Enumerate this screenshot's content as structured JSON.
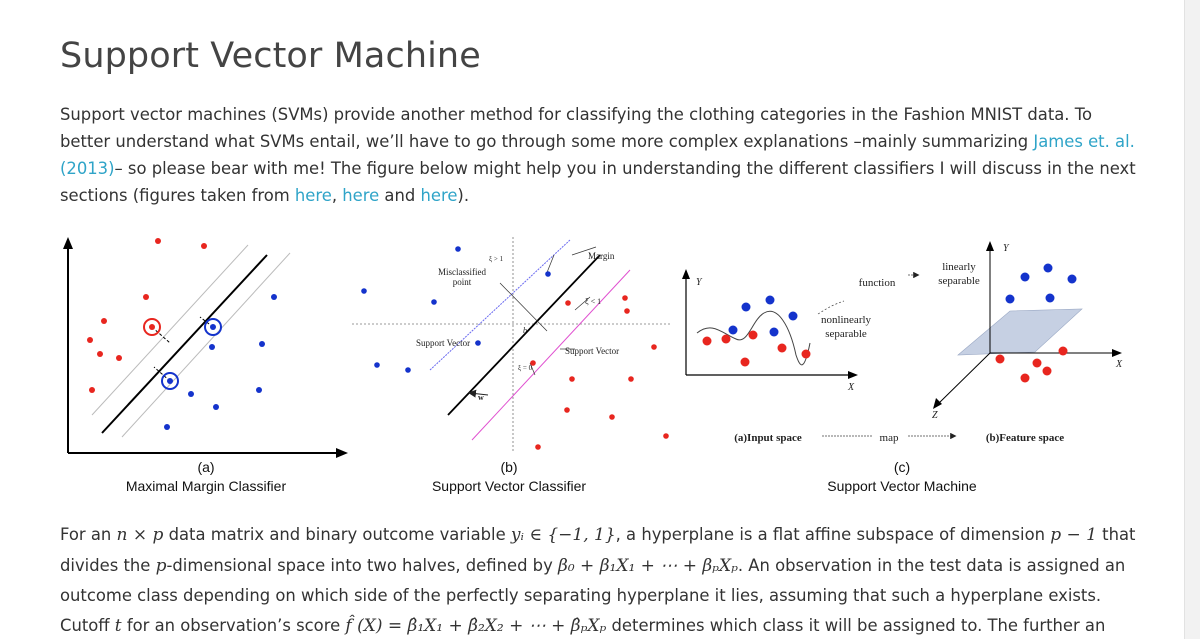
{
  "page": {
    "title": "Support Vector Machine"
  },
  "intro": {
    "s1": "Support vector machines (SVMs) provide another method for classifying the clothing categories in the Fashion MNIST data. To better understand what SVMs entail, we’ll have to go through some more complex explanations –mainly summarizing ",
    "link_james": "James et. al. (2013)",
    "s2": "– so please bear with me! The figure below might help you in understanding the different classifiers I will discuss in the next sections (figures taken from ",
    "link_here1": "here",
    "sep1": ", ",
    "link_here2": "here",
    "sep2": " and ",
    "link_here3": "here",
    "s3": ")."
  },
  "figure": {
    "panel_a": {
      "letter": "(a)",
      "caption": "Maximal Margin Classifier"
    },
    "panel_b": {
      "letter": "(b)",
      "caption": "Support Vector Classifier",
      "labels": {
        "margin": "Margin",
        "misclassified": "Misclassified",
        "point": "point",
        "support_vector_left": "Support Vector",
        "support_vector_right": "Support Vector",
        "xi_gt1": "ξ > 1",
        "xi_lt1": "ξ < 1",
        "xi_0": "ξ = 0",
        "b": "b",
        "w": "w"
      }
    },
    "panel_c": {
      "letter": "(c)",
      "caption": "Support Vector Machine",
      "labels": {
        "y_left": "Y",
        "x_left": "X",
        "function": "function",
        "nonlinearly": "nonlinearly",
        "separable_left": "separable",
        "linearly": "linearly",
        "separable_right": "separable",
        "y_right": "Y",
        "x_right": "X",
        "z_right": "Z",
        "input_space": "(a)Input space",
        "map": "map",
        "feature_space": "(b)Feature space"
      }
    },
    "colors": {
      "red": "#e8261f",
      "blue": "#1433cc",
      "plane": "#b8c4dc"
    }
  },
  "body": {
    "t1": "For an ",
    "m_nxp": "n × p",
    "t2": " data matrix and binary outcome variable ",
    "m_yi": "yᵢ ∈ {−1, 1}",
    "t3": ", a hyperplane is a flat affine subspace of dimension ",
    "m_p1": "p − 1",
    "t4": " that divides the ",
    "m_p": "p",
    "t5": "-dimensional space into two halves, defined by ",
    "m_beta": "β₀ + β₁X₁ + ⋯ + βₚXₚ",
    "t6": ". An observation in the test data is assigned an outcome class depending on which side of the perfectly separating hyperplane it lies, assuming that such a hyperplane exists. Cutoff ",
    "m_t": "t",
    "t7": " for an observation’s score ",
    "m_fx": "f̂ (X) = β̂₁X₁ + β̂₂X₂ + ⋯ + β̂ₚXₚ",
    "t8": " determines which class it will be assigned to. The further an"
  }
}
